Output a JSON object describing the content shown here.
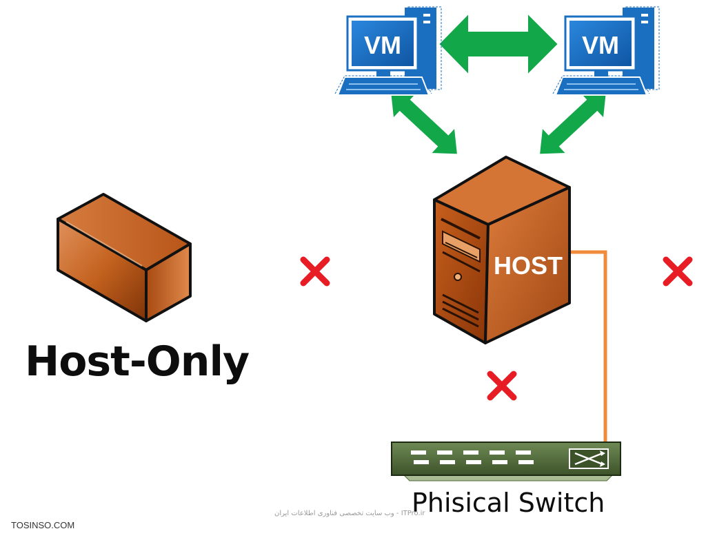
{
  "title": "Host-Only",
  "vm_left": {
    "label": "VM"
  },
  "vm_right": {
    "label": "VM"
  },
  "host": {
    "label": "HOST"
  },
  "switch": {
    "label": "Phisical Switch"
  },
  "footer": {
    "left": "TOSINSO.COM",
    "center": "ITPro.ir - وب سایت تخصصی فناوری اطلاعات ایران"
  },
  "colors": {
    "vm_blue": "#1a6fc1",
    "arrow_green": "#12a84a",
    "brick_orange": "#c4621f",
    "cable_orange": "#ef8b3b",
    "cross_red": "#e81c24",
    "switch_green": "#4e6a3a"
  },
  "icons": [
    "brick-wall-icon",
    "vm-computer-icon",
    "server-tower-icon",
    "network-switch-icon",
    "cross-icon",
    "double-arrow-icon"
  ]
}
